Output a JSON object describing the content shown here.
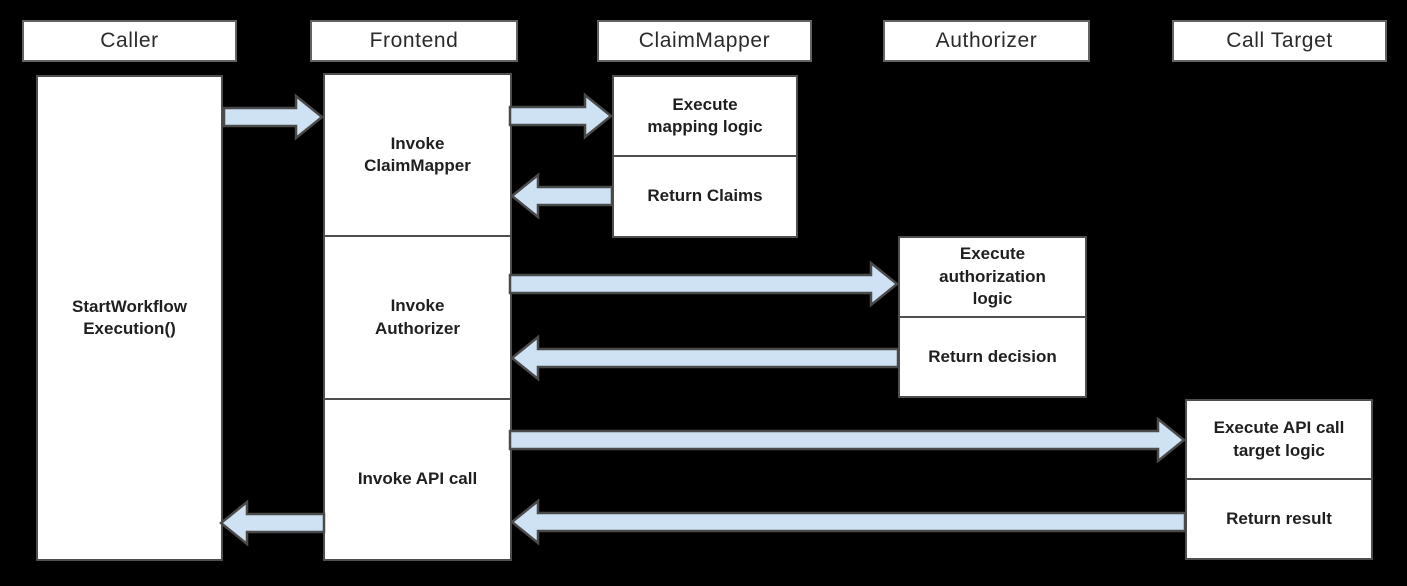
{
  "diagram": {
    "type": "sequence-diagram",
    "lifelines": [
      {
        "name": "Caller"
      },
      {
        "name": "Frontend"
      },
      {
        "name": "ClaimMapper"
      },
      {
        "name": "Authorizer"
      },
      {
        "name": "Call Target"
      }
    ],
    "activations": {
      "caller": "StartWorkflow\nExecution()",
      "frontend": [
        "Invoke\nClaimMapper",
        "Invoke\nAuthorizer",
        "Invoke API call"
      ],
      "claimmapper": [
        "Execute\nmapping logic",
        "Return Claims"
      ],
      "authorizer": [
        "Execute\nauthorization\nlogic",
        "Return decision"
      ],
      "call_target": [
        "Execute API call\ntarget logic",
        "Return result"
      ]
    },
    "messages": [
      {
        "from": "Caller",
        "to": "Frontend"
      },
      {
        "from": "Frontend",
        "to": "ClaimMapper"
      },
      {
        "from": "ClaimMapper",
        "to": "Frontend"
      },
      {
        "from": "Frontend",
        "to": "Authorizer"
      },
      {
        "from": "Authorizer",
        "to": "Frontend"
      },
      {
        "from": "Frontend",
        "to": "Call Target"
      },
      {
        "from": "Call Target",
        "to": "Frontend"
      },
      {
        "from": "Frontend",
        "to": "Caller"
      }
    ]
  },
  "colors": {
    "background": "#000000",
    "box_fill": "#ffffff",
    "box_border": "#4e4e4e",
    "header_border": "#636363",
    "arrow_fill": "#cfe2f3",
    "arrow_stroke": "#4a4a4a",
    "text": "#1f1f1f"
  }
}
